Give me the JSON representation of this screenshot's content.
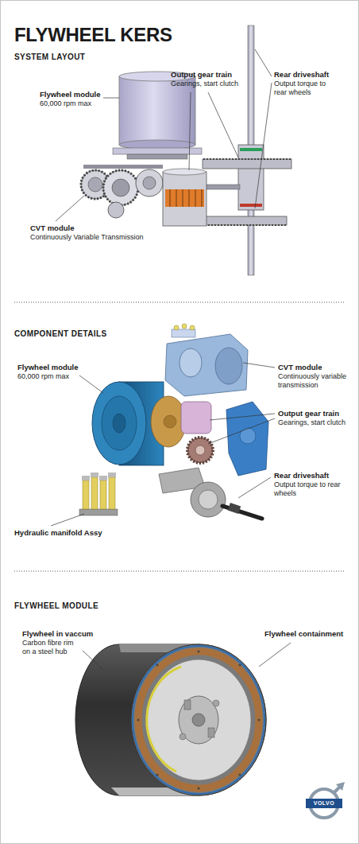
{
  "diagram": {
    "title": "FLYWHEEL KERS",
    "labels": [
      "SYSTEM LAYOUT",
      "Flywheel module",
      "60,000 rpm max",
      "Output gear train",
      "Gearings, start clutch",
      "Rear driveshaft",
      "Output torque to rear wheels",
      "CVT module",
      "Continuously Variable Transmission",
      "COMPONENT DETAILS",
      "Flywheel module",
      "60,000 rpm max",
      "CVT module",
      "Continuously variable transmission",
      "Output gear train",
      "Gearings, start clutch",
      "Rear driveshaft",
      "Output torque to rear wheels",
      "Hydraulic manifold Assy",
      "FLYWHEEL MODULE",
      "Flywheel in vaccum",
      "Carbon fibre rim on a steel hub",
      "Flywheel containment",
      "VOLVO"
    ]
  }
}
